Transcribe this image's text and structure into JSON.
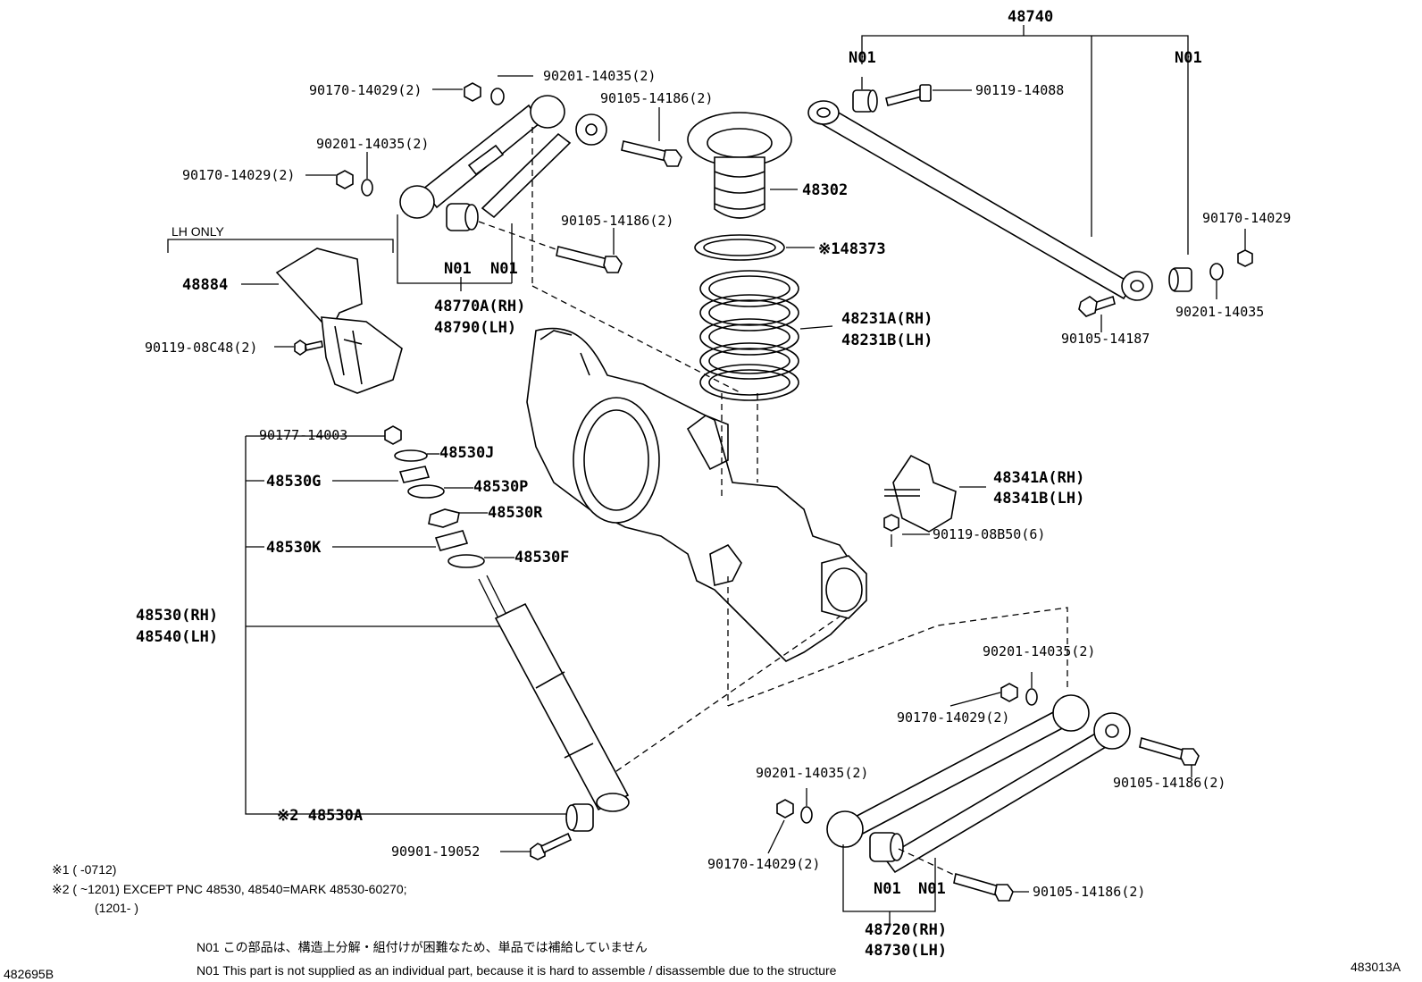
{
  "labels": {
    "p48740": "48740",
    "n01_tr_left": "N01",
    "n01_tr_right": "N01",
    "p90119_14088": "90119-14088",
    "p90170_14029_single": "90170-14029",
    "p90201_14035_single": "90201-14035",
    "p90105_14187": "90105-14187",
    "p90170_14029_2a": "90170-14029(2)",
    "p90201_14035_2a": "90201-14035(2)",
    "p90105_14186_2a": "90105-14186(2)",
    "p90201_14035_2b": "90201-14035(2)",
    "p90170_14029_2b": "90170-14029(2)",
    "p90105_14186_2b": "90105-14186(2)",
    "n01_ul_left": "N01",
    "n01_ul_right": "N01",
    "p48770a": "48770A(RH)",
    "p48790": "48790(LH)",
    "p48302": "48302",
    "p48373": "※148373",
    "p48231a": "48231A(RH)",
    "p48231b": "48231B(LH)",
    "lh_only": "LH ONLY",
    "p48884": "48884",
    "p90119_08c48": "90119-08C48(2)",
    "p90177_14003": "90177-14003",
    "p48530j": "48530J",
    "p48530g": "48530G",
    "p48530p": "48530P",
    "p48530r": "48530R",
    "p48530k": "48530K",
    "p48530f": "48530F",
    "p48530rh": "48530(RH)",
    "p48540lh": "48540(LH)",
    "p48341a": "48341A(RH)",
    "p48341b": "48341B(LH)",
    "p90119_08b50": "90119-08B50(6)",
    "p48530a": "※2 48530A",
    "p90901_19052": "90901-19052",
    "p90201_14035_2c": "90201-14035(2)",
    "p90170_14029_2c": "90170-14029(2)",
    "p90105_14186_2c": "90105-14186(2)",
    "p90201_14035_2d": "90201-14035(2)",
    "p90170_14029_2d": "90170-14029(2)",
    "p90105_14186_2d": "90105-14186(2)",
    "n01_ll_left": "N01",
    "n01_ll_right": "N01",
    "p48720": "48720(RH)",
    "p48730": "48730(LH)"
  },
  "notes": {
    "note1": "※1 (      -0712)",
    "note2": "※2 (      ~1201) EXCEPT PNC 48530, 48540=MARK 48530-60270;",
    "note3": "(1201-      )",
    "n01_jp": "N01  この部品は、構造上分解・組付けが困難なため、単品では補給していません",
    "n01_en": "N01  This part is not supplied as an individual part, because it is hard to assemble / disassemble due to the structure"
  },
  "corner_ids": {
    "left": "482695B",
    "right": "483013A"
  }
}
